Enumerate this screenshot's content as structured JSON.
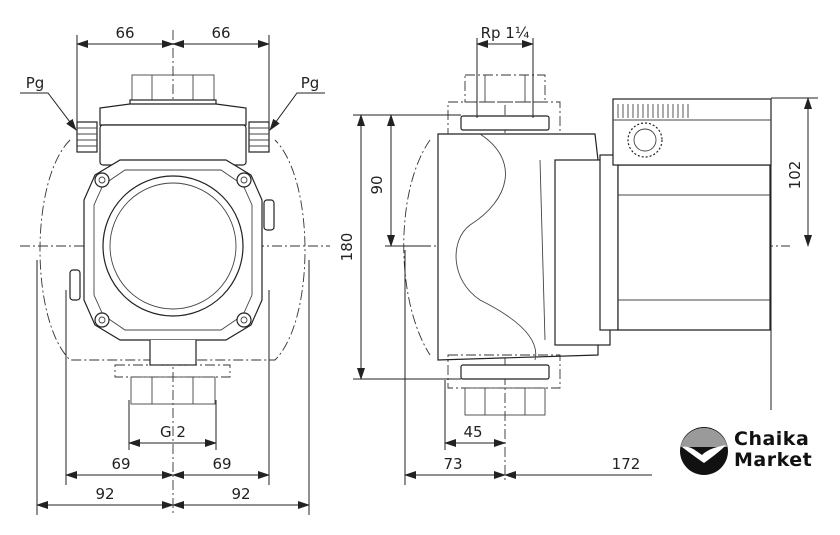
{
  "drawing": {
    "title": "Circulation pump dimensional drawing",
    "front_view": {
      "dimensions": {
        "top_left": "66",
        "top_right": "66",
        "cable_gland_left": "Pg",
        "cable_gland_right": "Pg",
        "thread": "G 2",
        "inner_left": "69",
        "inner_right": "69",
        "outer_left": "92",
        "outer_right": "92"
      }
    },
    "side_view": {
      "dimensions": {
        "connection": "Rp 1¼",
        "half_height": "90",
        "total_height": "180",
        "motor_height": "102",
        "flange_offset": "45",
        "front_depth": "73",
        "rear_depth": "172"
      }
    }
  },
  "logo": {
    "line1": "Chaika",
    "line2": "Market",
    "icon": "seagull-icon"
  },
  "colors": {
    "line": "#222222",
    "logo_gray": "#9a9a9a",
    "logo_dark": "#111111"
  }
}
